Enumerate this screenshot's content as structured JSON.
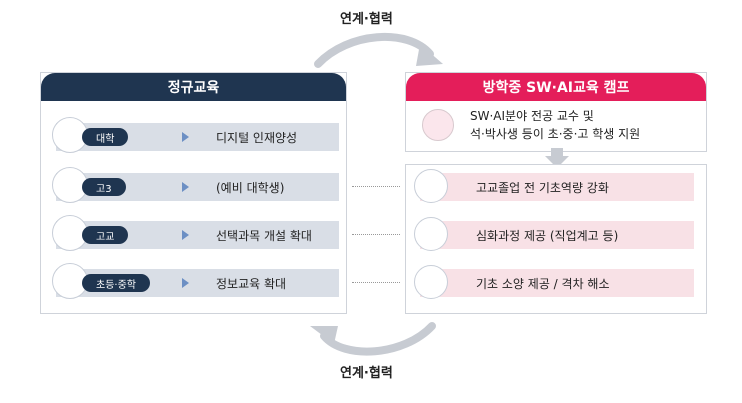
{
  "link_label_top": "연계·협력",
  "link_label_bottom": "연계·협력",
  "left": {
    "title": "정규교육",
    "rows": [
      {
        "pill": "대학",
        "text": "디지털 인재양성",
        "icon": "lightbulb-person-icon"
      },
      {
        "pill": "고3",
        "text": "(예비 대학생)",
        "icon": "student-icon"
      },
      {
        "pill": "고교",
        "text": "선택과목 개설 확대",
        "icon": "laptop-teacher-icon"
      },
      {
        "pill": "초등·중학",
        "text": "정보교육 확대",
        "icon": "children-icon"
      }
    ]
  },
  "right": {
    "title": "방학중 SW·AI교육 캠프",
    "top_text_line1": "SW·AI분야 전공 교수 및",
    "top_text_line2": "석·박사생 등이 초·중·고 학생 지원",
    "rows": [
      {
        "text": "고교졸업 전 기초역량 강화",
        "icon": "monitor-search-icon"
      },
      {
        "text": "심화과정 제공 (직업계고 등)",
        "icon": "book-open-icon"
      },
      {
        "text": "기초 소양 제공 / 격차 해소",
        "icon": "notebook-icon"
      }
    ]
  },
  "colors": {
    "left_header": "#1f3550",
    "right_header": "#e41e5a"
  }
}
